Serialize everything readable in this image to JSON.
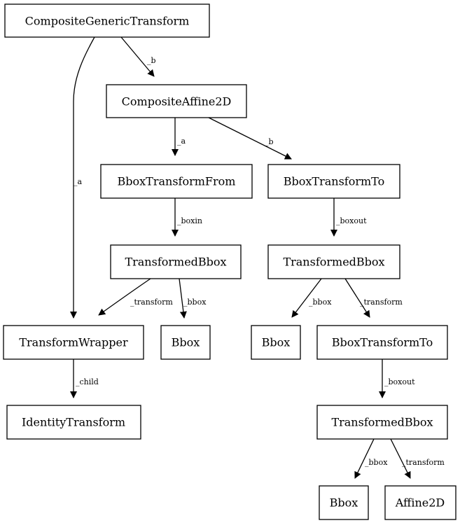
{
  "diagram": {
    "colors": {
      "stroke": "#000000",
      "fill": "#ffffff",
      "text": "#000000"
    },
    "nodes": [
      {
        "id": "n_cgt",
        "label": "CompositeGenericTransform"
      },
      {
        "id": "n_ca2d",
        "label": "CompositeAffine2D"
      },
      {
        "id": "n_btf",
        "label": "BboxTransformFrom"
      },
      {
        "id": "n_btt1",
        "label": "BboxTransformTo"
      },
      {
        "id": "n_tb1",
        "label": "TransformedBbox"
      },
      {
        "id": "n_tb2",
        "label": "TransformedBbox"
      },
      {
        "id": "n_tw",
        "label": "TransformWrapper"
      },
      {
        "id": "n_bbox1",
        "label": "Bbox"
      },
      {
        "id": "n_bbox2",
        "label": "Bbox"
      },
      {
        "id": "n_btt2",
        "label": "BboxTransformTo"
      },
      {
        "id": "n_it",
        "label": "IdentityTransform"
      },
      {
        "id": "n_tb3",
        "label": "TransformedBbox"
      },
      {
        "id": "n_bbox3",
        "label": "Bbox"
      },
      {
        "id": "n_aff",
        "label": "Affine2D"
      }
    ],
    "edges": [
      {
        "from": "n_cgt",
        "to": "n_ca2d",
        "label": "_b"
      },
      {
        "from": "n_cgt",
        "to": "n_tw",
        "label": "_a"
      },
      {
        "from": "n_ca2d",
        "to": "n_btf",
        "label": "_a"
      },
      {
        "from": "n_ca2d",
        "to": "n_btt1",
        "label": "_b"
      },
      {
        "from": "n_btf",
        "to": "n_tb1",
        "label": "_boxin"
      },
      {
        "from": "n_btt1",
        "to": "n_tb2",
        "label": "_boxout"
      },
      {
        "from": "n_tb1",
        "to": "n_tw",
        "label": "_transform"
      },
      {
        "from": "n_tb1",
        "to": "n_bbox1",
        "label": "_bbox"
      },
      {
        "from": "n_tb2",
        "to": "n_bbox2",
        "label": "_bbox"
      },
      {
        "from": "n_tb2",
        "to": "n_btt2",
        "label": "_transform"
      },
      {
        "from": "n_tw",
        "to": "n_it",
        "label": "_child"
      },
      {
        "from": "n_btt2",
        "to": "n_tb3",
        "label": "_boxout"
      },
      {
        "from": "n_tb3",
        "to": "n_bbox3",
        "label": "_bbox"
      },
      {
        "from": "n_tb3",
        "to": "n_aff",
        "label": "_transform"
      }
    ]
  }
}
